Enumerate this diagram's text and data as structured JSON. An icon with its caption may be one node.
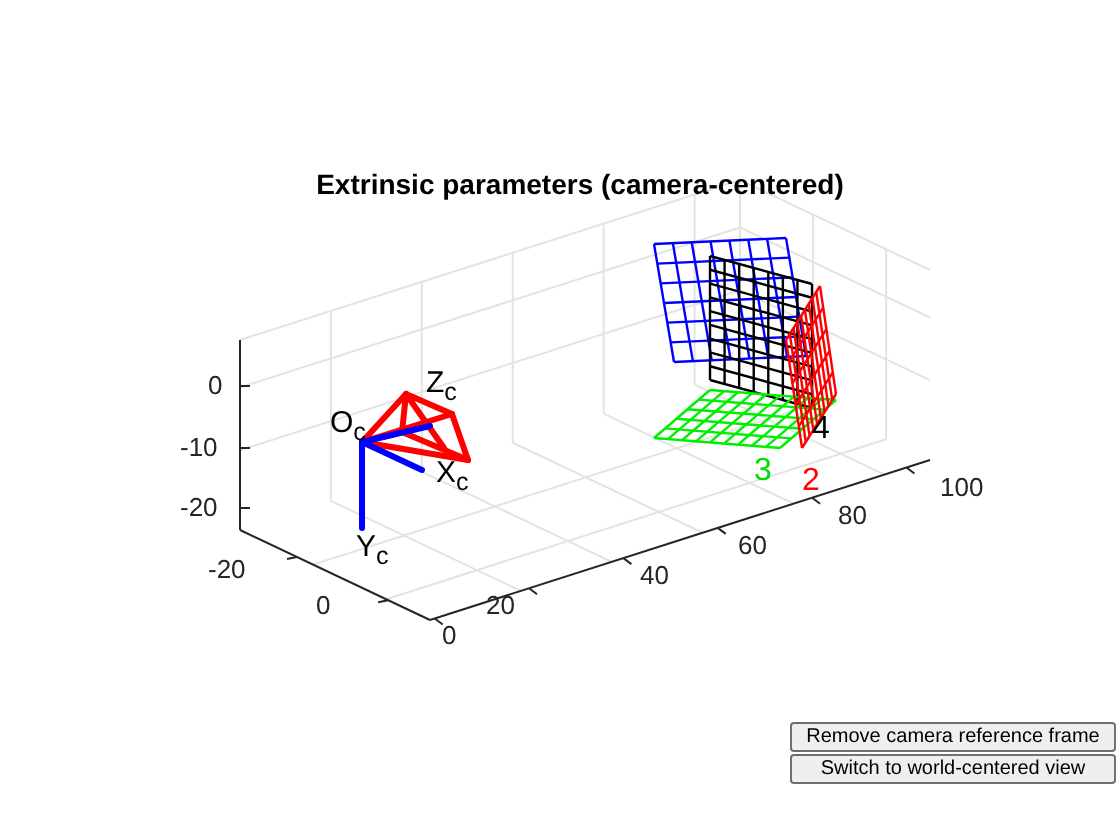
{
  "diagram": {
    "title": "Extrinsic parameters (camera-centered)",
    "labels": [
      "0",
      "-10",
      "-20",
      "O$_{c}$",
      "Z$_{c}$",
      "X$_{c}$",
      "Y$_{c}$",
      "4",
      "3",
      "2",
      "-20",
      "0",
      "0",
      "20",
      "40",
      "60",
      "80",
      "100",
      "Remove camera reference frame",
      "Switch to world-centered view"
    ]
  }
}
